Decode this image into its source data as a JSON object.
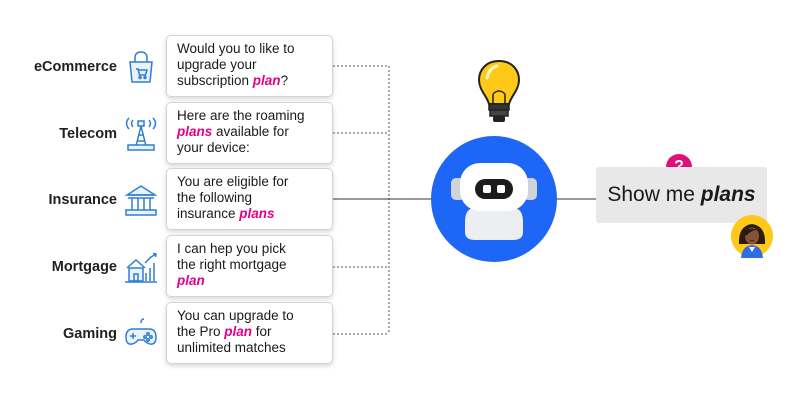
{
  "rows": [
    {
      "category": "eCommerce",
      "icon": "shopping-bag-icon",
      "lines": [
        [
          "Would you to like to"
        ],
        [
          "upgrade your"
        ],
        [
          "subscription ",
          "plan",
          "?"
        ]
      ]
    },
    {
      "category": "Telecom",
      "icon": "cell-tower-icon",
      "lines": [
        [
          "Here are the roaming"
        ],
        [
          "",
          "plans",
          " available for"
        ],
        [
          "your device:"
        ]
      ]
    },
    {
      "category": "Insurance",
      "icon": "bank-building-icon",
      "lines": [
        [
          "You are eligible for"
        ],
        [
          "the following"
        ],
        [
          "insurance ",
          "plans",
          ""
        ]
      ]
    },
    {
      "category": "Mortgage",
      "icon": "house-growth-icon",
      "lines": [
        [
          "I can hep you pick"
        ],
        [
          "the right mortgage"
        ],
        [
          "",
          "plan",
          ""
        ]
      ]
    },
    {
      "category": "Gaming",
      "icon": "gamepad-icon",
      "lines": [
        [
          "You can upgrade to"
        ],
        [
          "the Pro ",
          "plan",
          " for"
        ],
        [
          "unlimited matches"
        ]
      ]
    }
  ],
  "query": {
    "prefix": "Show me ",
    "keyword": "plans"
  },
  "query_badge": "?",
  "colors": {
    "highlight": "#e5008a",
    "robot_blue": "#1e66f5",
    "bulb_yellow": "#ffc91a",
    "badge": "#e0107a"
  },
  "icons": {
    "robot": "chatbot-robot-icon",
    "bulb": "lightbulb-icon",
    "avatar": "woman-avatar-icon",
    "question": "question-mark-icon"
  }
}
